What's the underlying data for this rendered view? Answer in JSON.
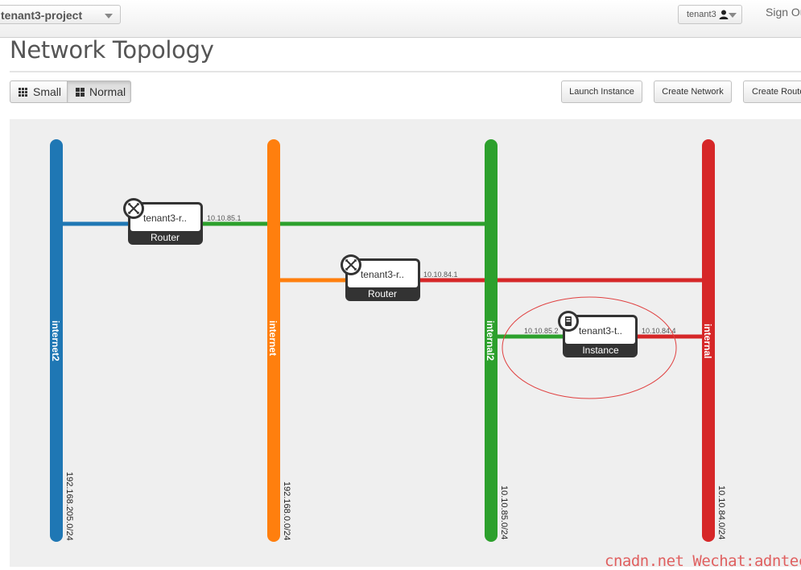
{
  "header": {
    "project": "tenant3-project",
    "user": "tenant3",
    "sign_out": "Sign Ou"
  },
  "page": {
    "title": "Network Topology"
  },
  "view_toggle": {
    "small": "Small",
    "normal": "Normal",
    "selected": "Normal"
  },
  "actions": {
    "launch_instance": "Launch Instance",
    "create_network": "Create Network",
    "create_router": "Create Route"
  },
  "topology": {
    "networks": [
      {
        "name": "internet2",
        "cidr": "192.168.205.0/24",
        "color": "#1f77b4"
      },
      {
        "name": "internet",
        "cidr": "192.168.0.0/24",
        "color": "#ff7f0e"
      },
      {
        "name": "internal2",
        "cidr": "10.10.85.0/24",
        "color": "#2ca02c"
      },
      {
        "name": "internal",
        "cidr": "10.10.84.0/24",
        "color": "#d62728"
      }
    ],
    "devices": [
      {
        "name": "tenant3-r..",
        "type": "Router"
      },
      {
        "name": "tenant3-r..",
        "type": "Router"
      },
      {
        "name": "tenant3-t..",
        "type": "Instance"
      }
    ],
    "ports": [
      "10.10.85.1",
      "10.10.84.1",
      "10.10.85.2",
      "10.10.84.4"
    ],
    "highlight_color": "#e04040"
  },
  "watermark": "cnadn.net Wechat:adntech"
}
